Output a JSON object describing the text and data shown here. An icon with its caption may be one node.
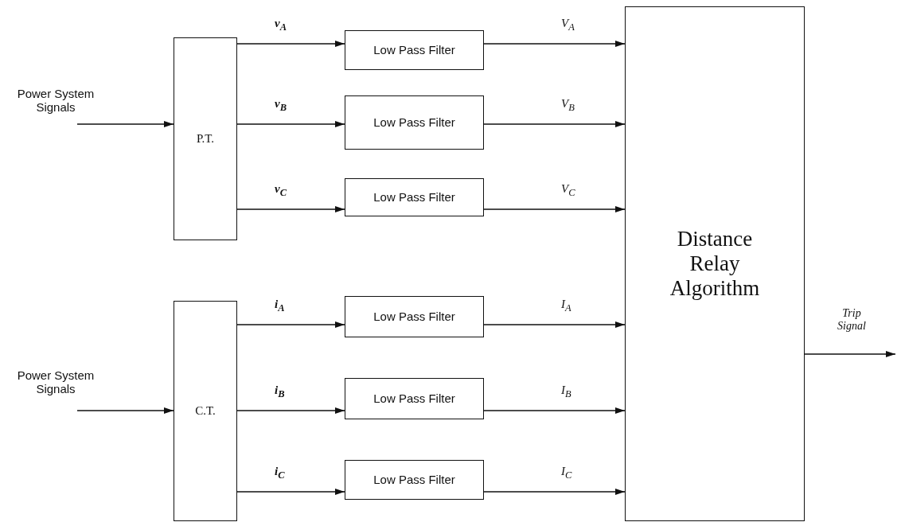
{
  "diagram": {
    "nodes": [
      {
        "text": [
          "Power System Signals"
        ]
      },
      {
        "text": [
          "P.T."
        ]
      },
      {
        "text": [
          "Low Pass Filter"
        ]
      },
      {
        "text": [
          "Low Pass Filter"
        ]
      },
      {
        "text": [
          "Low Pass Filter"
        ]
      },
      {
        "text": [
          "Distance Relay Algorithm"
        ]
      },
      {
        "text": [
          "Power System Signals"
        ]
      },
      {
        "text": [
          "C.T."
        ]
      },
      {
        "text": [
          "Low Pass Filter"
        ]
      },
      {
        "text": [
          "Low Pass Filter"
        ]
      },
      {
        "text": [
          "Low Pass Filter"
        ]
      }
    ],
    "edges": [
      {
        "from": 0,
        "to": 1,
        "arrow": "to"
      },
      {
        "from": 1,
        "to": 2,
        "arrow": "to",
        "label": "v$_{A}$"
      },
      {
        "from": 1,
        "to": 3,
        "arrow": "to",
        "label": "v$_{B}$"
      },
      {
        "from": 1,
        "to": 4,
        "arrow": "to",
        "label": "v$_{C}$"
      },
      {
        "from": 2,
        "to": 5,
        "arrow": "to",
        "label": "V$_{A}$"
      },
      {
        "from": 3,
        "to": 5,
        "arrow": "to",
        "label": "V$_{B}$"
      },
      {
        "from": 4,
        "to": 5,
        "arrow": "to",
        "label": "V$_{C}$"
      },
      {
        "from": 6,
        "to": 7,
        "arrow": "to"
      },
      {
        "from": 7,
        "to": 8,
        "arrow": "to",
        "label": "i$_{A}$"
      },
      {
        "from": 7,
        "to": 9,
        "arrow": "to",
        "label": "i$_{B}$"
      },
      {
        "from": 7,
        "to": 10,
        "arrow": "to",
        "label": "i$_{C}$"
      },
      {
        "from": 8,
        "to": 5,
        "arrow": "to",
        "label": "I$_{A}$"
      },
      {
        "from": 9,
        "to": 5,
        "arrow": "to",
        "label": "I$_{B}$"
      },
      {
        "from": 10,
        "to": 5,
        "arrow": "to",
        "label": "I$_{C}$"
      },
      {
        "from": 5,
        "to": null,
        "arrow": "to",
        "label": "Trip Signal"
      }
    ]
  }
}
